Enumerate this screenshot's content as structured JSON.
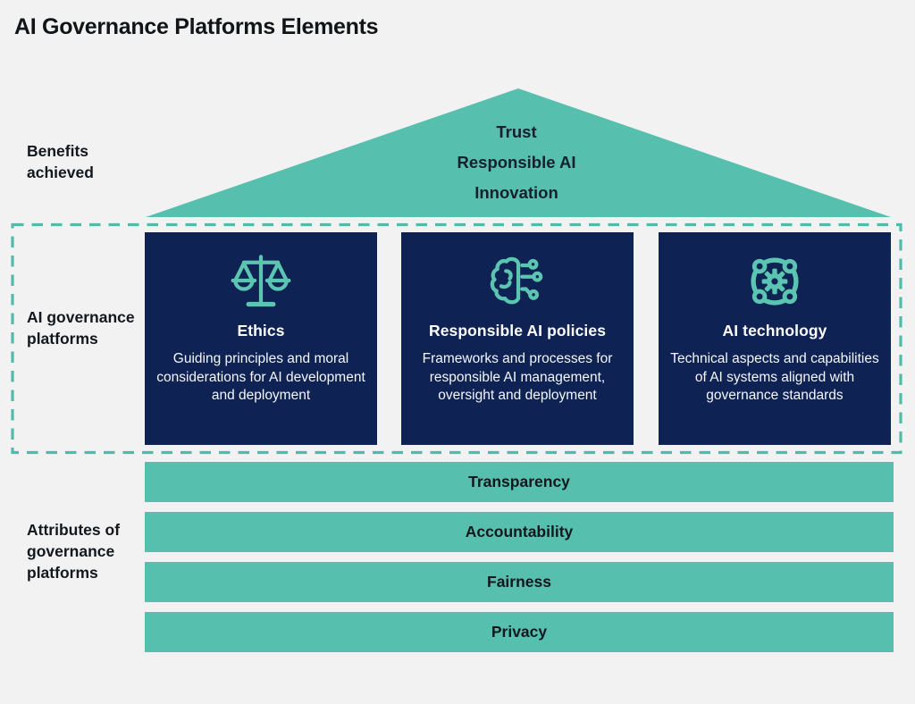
{
  "title": "AI Governance Platforms Elements",
  "colors": {
    "background": "#f2f2f2",
    "teal": "#57bfad",
    "icon_teal": "#5bc5b2",
    "navy": "#0f2254",
    "dark_text": "#13181f",
    "white_text": "#ffffff"
  },
  "sections": {
    "benefits": {
      "label": "Benefits achieved",
      "items": [
        "Trust",
        "Responsible AI",
        "Innovation"
      ]
    },
    "platforms": {
      "label": "AI governance platforms",
      "cards": [
        {
          "icon": "scales-icon",
          "title": "Ethics",
          "description": "Guiding principles and moral considerations for AI development and deployment"
        },
        {
          "icon": "brain-circuit-icon",
          "title": "Responsible AI policies",
          "description": "Frameworks and processes for responsible AI management, oversight and deployment"
        },
        {
          "icon": "gear-network-icon",
          "title": "AI technology",
          "description": "Technical aspects and capabilities of AI systems aligned with governance standards"
        }
      ]
    },
    "attributes": {
      "label": "Attributes of governance platforms",
      "items": [
        "Transparency",
        "Accountability",
        "Fairness",
        "Privacy"
      ]
    }
  }
}
